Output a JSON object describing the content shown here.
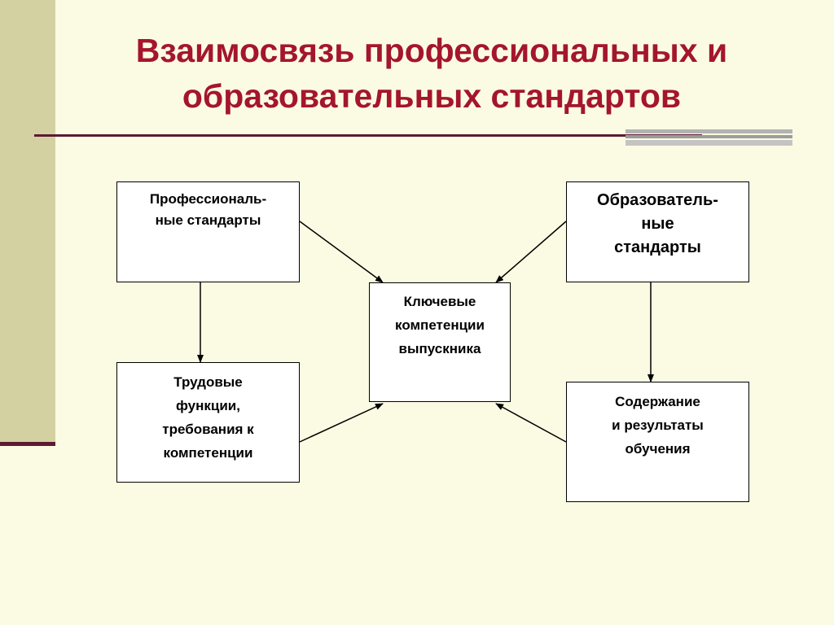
{
  "title": {
    "line1": "Взаимосвязь профессиональных и",
    "line2": "образовательных стандартов"
  },
  "boxes": {
    "professional_standards": "Профессиональ-\nные стандарты",
    "educational_standards": "Образователь-\nные\nстандарты",
    "key_competencies": "Ключевые\nкомпетенции\nвыпускника",
    "labor_functions": "Трудовые\nфункции,\nтребования к\nкомпетенции",
    "learning_content": "Содержание\nи результаты\nобучения"
  },
  "colors": {
    "background": "#fbfbe3",
    "title": "#a4162b",
    "accent_band": "#d3d1a1",
    "rule": "#5c1a33"
  }
}
